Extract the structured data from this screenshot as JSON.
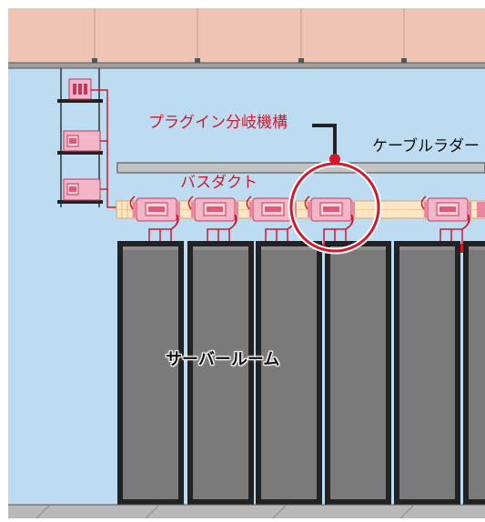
{
  "labels": {
    "plugin_branch": "プラグイン分岐機構",
    "cable_ladder": "ケーブルラダー",
    "busduct": "バスダクト",
    "server_room": "サーバールーム"
  },
  "colors": {
    "ceiling": "#efc4b5",
    "wall": "#bedcf1",
    "annotation_red": "#d1192b",
    "busduct_fill": "#fde6c4",
    "plugin_unit": "#f3b6c8",
    "rack": "#7a7a7a",
    "floor": "#b8b8b8"
  },
  "icons": [
    "plugin-unit-icon",
    "highlight-circle-icon",
    "leader-line-icon"
  ]
}
